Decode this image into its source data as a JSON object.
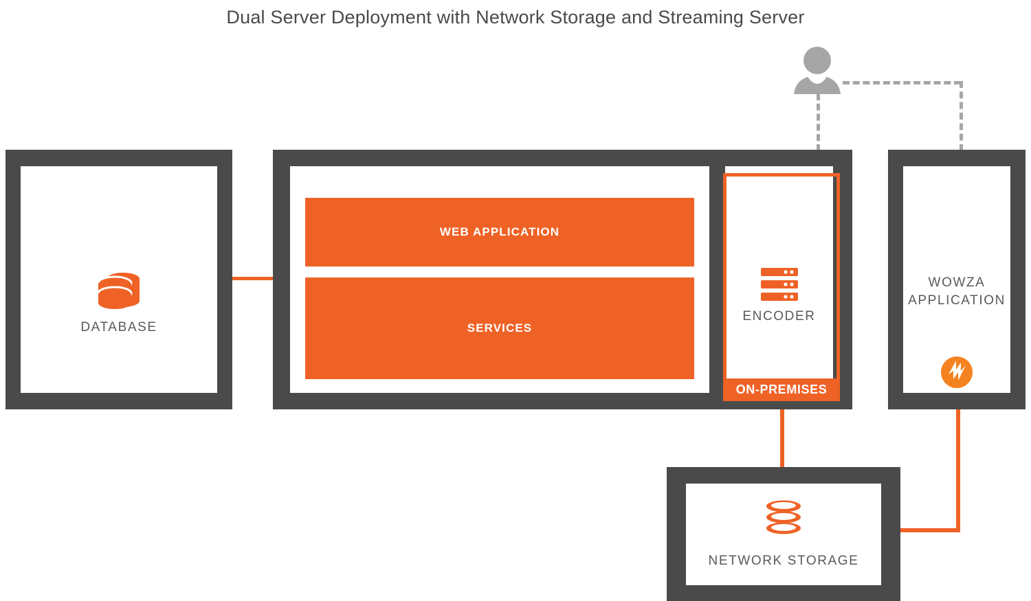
{
  "diagram": {
    "title": "Dual Server Deployment with Network Storage and Streaming Server",
    "colors": {
      "accent_orange": "#EF6226",
      "frame_gray": "#4A4A4A",
      "label_gray": "#5A5A5A",
      "dashed_gray": "#A6A6A6",
      "panel_white": "#FFFFFF"
    }
  },
  "nodes": {
    "database": {
      "label": "DATABASE",
      "icon": "database-cylinder-icon"
    },
    "app_server": {
      "bars": [
        {
          "label": "WEB APPLICATION"
        },
        {
          "label": "SERVICES"
        }
      ]
    },
    "encoder": {
      "label": "ENCODER",
      "icon": "server-rack-icon",
      "zone_label": "ON-PREMISES"
    },
    "wowza": {
      "label_line1": "WOWZA",
      "label_line2": "APPLICATION",
      "icon": "wowza-logo-icon"
    },
    "network_storage": {
      "label": "NETWORK STORAGE",
      "icon": "disc-stack-icon"
    },
    "user": {
      "icon": "user-person-icon"
    }
  }
}
